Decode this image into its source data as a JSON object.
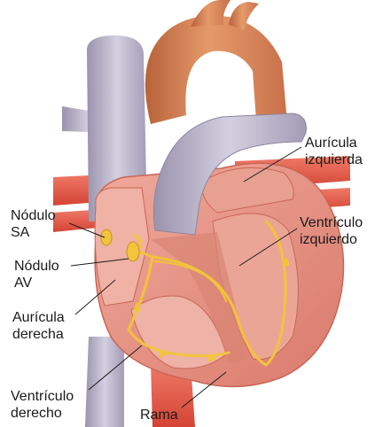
{
  "labels": {
    "auricula_izquierda": [
      "Aurícula",
      "izquierda"
    ],
    "ventriculo_izquierdo": [
      "Ventrículo",
      "izquierdo"
    ],
    "nodulo_sa": [
      "Nódulo",
      "SA"
    ],
    "nodulo_av": [
      "Nódulo",
      "AV"
    ],
    "auricula_derecha": [
      "Aurícula",
      "derecha"
    ],
    "ventriculo_derecho": [
      "Ventrículo",
      "derecho"
    ],
    "rama": "Rama"
  },
  "colors": {
    "vessel_blue": "#b8b2c8",
    "aorta": "#d98a5c",
    "muscle": "#e8968a",
    "chamber": "#e9a79b",
    "vessel_red": "#e65a4a",
    "conduction": "#f3c33a"
  }
}
